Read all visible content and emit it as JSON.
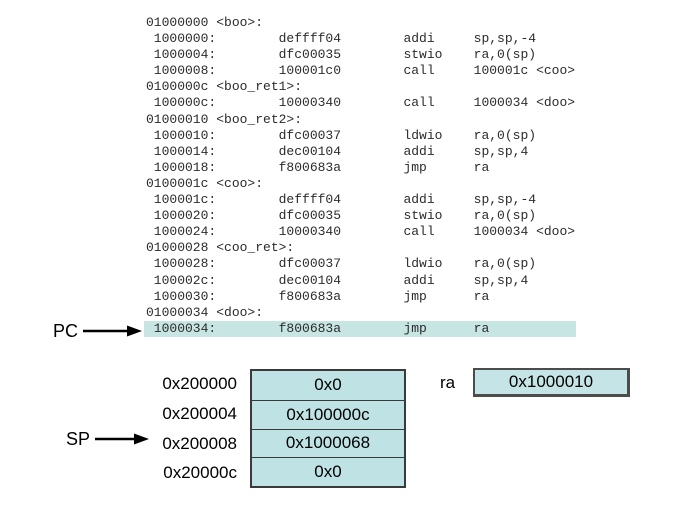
{
  "colors": {
    "background": "#ffffff",
    "pc_highlight": "#c6e5e3",
    "memory_cell_fill": "#bfe2e4",
    "box_border": "#3a3a3a",
    "code_text": "#2b2b2b",
    "arrow": "#000000"
  },
  "disassembly": {
    "lines": [
      {
        "text": "01000000 <boo>:",
        "highlighted": false
      },
      {
        "text": " 1000000:        deffff04        addi     sp,sp,-4",
        "highlighted": false
      },
      {
        "text": " 1000004:        dfc00035        stwio    ra,0(sp)",
        "highlighted": false
      },
      {
        "text": " 1000008:        100001c0        call     100001c <coo>",
        "highlighted": false
      },
      {
        "text": "0100000c <boo_ret1>:",
        "highlighted": false
      },
      {
        "text": " 100000c:        10000340        call     1000034 <doo>",
        "highlighted": false
      },
      {
        "text": "01000010 <boo_ret2>:",
        "highlighted": false
      },
      {
        "text": " 1000010:        dfc00037        ldwio    ra,0(sp)",
        "highlighted": false
      },
      {
        "text": " 1000014:        dec00104        addi     sp,sp,4",
        "highlighted": false
      },
      {
        "text": " 1000018:        f800683a        jmp      ra",
        "highlighted": false
      },
      {
        "text": "0100001c <coo>:",
        "highlighted": false
      },
      {
        "text": " 100001c:        deffff04        addi     sp,sp,-4",
        "highlighted": false
      },
      {
        "text": " 1000020:        dfc00035        stwio    ra,0(sp)",
        "highlighted": false
      },
      {
        "text": " 1000024:        10000340        call     1000034 <doo>",
        "highlighted": false
      },
      {
        "text": "01000028 <coo_ret>:",
        "highlighted": false
      },
      {
        "text": " 1000028:        dfc00037        ldwio    ra,0(sp)",
        "highlighted": false
      },
      {
        "text": " 100002c:        dec00104        addi     sp,sp,4",
        "highlighted": false
      },
      {
        "text": " 1000030:        f800683a        jmp      ra",
        "highlighted": false
      },
      {
        "text": "01000034 <doo>:",
        "highlighted": false
      },
      {
        "text": " 1000034:        f800683a        jmp      ra",
        "highlighted": true
      }
    ]
  },
  "pointers": {
    "pc": {
      "label": "PC",
      "points_to": "1000034"
    },
    "sp": {
      "label": "SP",
      "points_to": "0x200008"
    }
  },
  "stack": {
    "rows": [
      {
        "address": "0x200000",
        "value": "0x0"
      },
      {
        "address": "0x200004",
        "value": "0x100000c"
      },
      {
        "address": "0x200008",
        "value": "0x1000068"
      },
      {
        "address": "0x20000c",
        "value": "0x0"
      }
    ]
  },
  "ra_register": {
    "label": "ra",
    "value": "0x1000010"
  }
}
